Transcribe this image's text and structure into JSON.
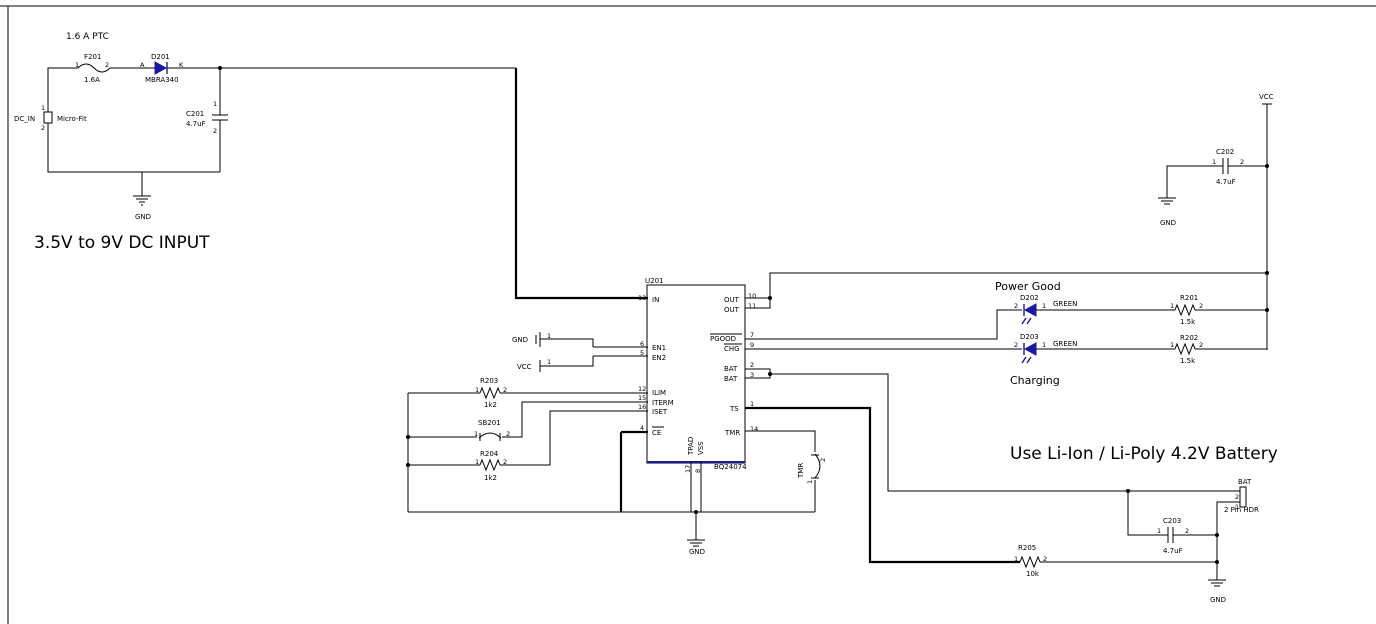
{
  "notes": {
    "ptc": "1.6 A PTC",
    "dc_input": "3.5V to 9V DC INPUT",
    "power_good": "Power Good",
    "charging": "Charging",
    "battery": "Use Li-Ion / Li-Poly 4.2V Battery"
  },
  "input": {
    "connector_ref": "DC_IN",
    "connector_value": "Micro-Fit",
    "fuse_ref": "F201",
    "fuse_value": "1.6A",
    "diode_ref": "D201",
    "diode_value": "MBRA340",
    "cap_ref": "C201",
    "cap_value": "4.7uF"
  },
  "ic": {
    "ref": "U201",
    "part": "BQ24074",
    "left_pins": [
      {
        "num": "13",
        "name": "IN"
      },
      {
        "num": "6",
        "name": "EN1"
      },
      {
        "num": "5",
        "name": "EN2"
      },
      {
        "num": "12",
        "name": "ILIM"
      },
      {
        "num": "15",
        "name": "ITERM"
      },
      {
        "num": "16",
        "name": "ISET"
      },
      {
        "num": "4",
        "name": "CE"
      }
    ],
    "right_pins": [
      {
        "num": "10",
        "name": "OUT"
      },
      {
        "num": "11",
        "name": "OUT"
      },
      {
        "num": "7",
        "name": "PGOOD"
      },
      {
        "num": "9",
        "name": "CHG"
      },
      {
        "num": "2",
        "name": "BAT"
      },
      {
        "num": "3",
        "name": "BAT"
      },
      {
        "num": "1",
        "name": "TS"
      },
      {
        "num": "14",
        "name": "TMR"
      }
    ],
    "bottom_pins": [
      {
        "num": "17",
        "name": "TPAD"
      },
      {
        "num": "8",
        "name": "VSS"
      }
    ]
  },
  "parts": {
    "c202_ref": "C202",
    "c202_value": "4.7uF",
    "c203_ref": "C203",
    "c203_value": "4.7uF",
    "d202_ref": "D202",
    "d202_value": "GREEN",
    "d203_ref": "D203",
    "d203_value": "GREEN",
    "r201_ref": "R201",
    "r201_value": "1.5k",
    "r202_ref": "R202",
    "r202_value": "1.5k",
    "r203_ref": "R203",
    "r203_value": "1k2",
    "r204_ref": "R204",
    "r204_value": "1k2",
    "r205_ref": "R205",
    "r205_value": "10k",
    "sb201_ref": "SB201",
    "tmr_ref": "TMR",
    "bat_ref": "BAT",
    "bat_value": "2 Pin HDR"
  },
  "nets": {
    "gnd": "GND",
    "vcc": "VCC"
  },
  "pin_labels": {
    "one": "1",
    "two": "2",
    "anode": "A",
    "cathode": "K"
  }
}
